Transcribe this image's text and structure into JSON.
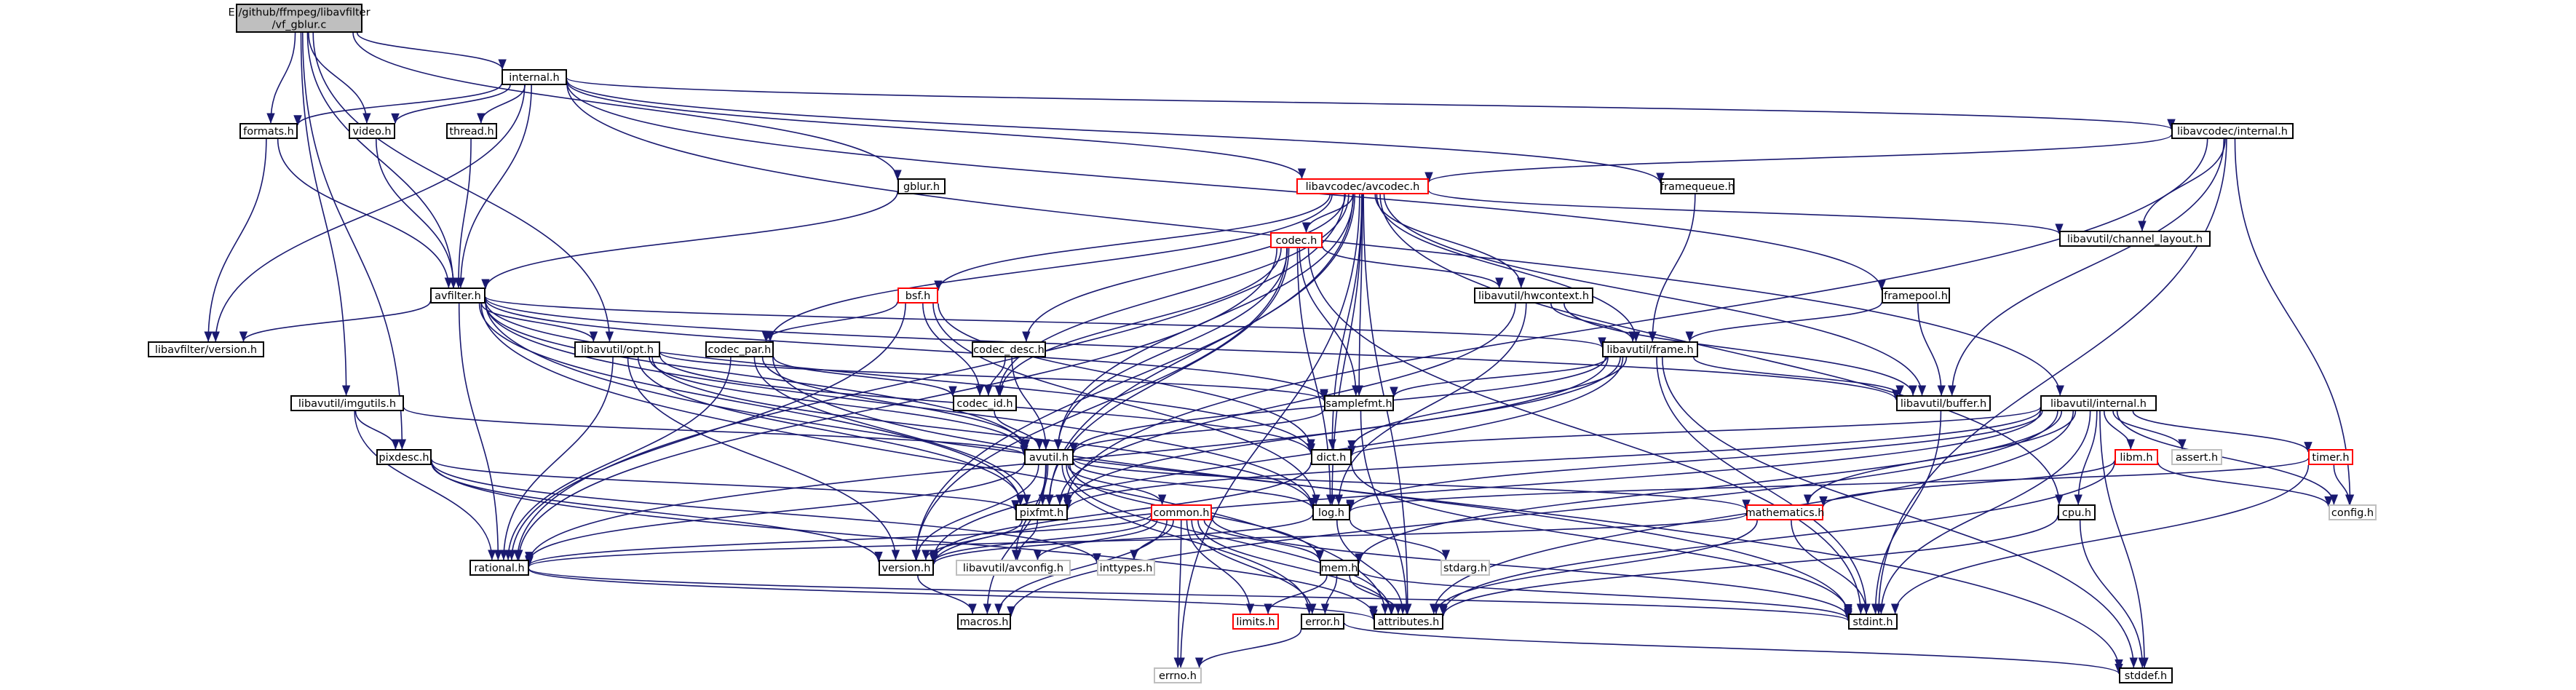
{
  "colors": {
    "edge": "#191970",
    "border_normal": "#000000",
    "border_truncated": "#ff0000",
    "border_system": "#bfbfbf",
    "root_fill": "#bfbfbf"
  },
  "graph": {
    "nodes": [
      {
        "id": "root",
        "lines": [
          "E:/github/ffmpeg/libavfilter",
          "/vf_gblur.c"
        ],
        "kind": "root"
      },
      {
        "id": "internal_h",
        "lines": [
          "internal.h"
        ],
        "kind": "normal"
      },
      {
        "id": "formats_h",
        "lines": [
          "formats.h"
        ],
        "kind": "normal"
      },
      {
        "id": "video_h",
        "lines": [
          "video.h"
        ],
        "kind": "normal"
      },
      {
        "id": "thread_h",
        "lines": [
          "thread.h"
        ],
        "kind": "normal"
      },
      {
        "id": "gblur_h",
        "lines": [
          "gblur.h"
        ],
        "kind": "normal"
      },
      {
        "id": "framequeue_h",
        "lines": [
          "framequeue.h"
        ],
        "kind": "normal"
      },
      {
        "id": "lavc_internal_h",
        "lines": [
          "libavcodec/internal.h"
        ],
        "kind": "normal"
      },
      {
        "id": "avcodec_h",
        "lines": [
          "libavcodec/avcodec.h"
        ],
        "kind": "truncated"
      },
      {
        "id": "channel_layout_h",
        "lines": [
          "libavutil/channel_layout.h"
        ],
        "kind": "normal"
      },
      {
        "id": "codec_h",
        "lines": [
          "codec.h"
        ],
        "kind": "truncated"
      },
      {
        "id": "bsf_h",
        "lines": [
          "bsf.h"
        ],
        "kind": "truncated"
      },
      {
        "id": "hwcontext_h",
        "lines": [
          "libavutil/hwcontext.h"
        ],
        "kind": "normal"
      },
      {
        "id": "framepool_h",
        "lines": [
          "framepool.h"
        ],
        "kind": "normal"
      },
      {
        "id": "avfilter_h",
        "lines": [
          "avfilter.h"
        ],
        "kind": "normal"
      },
      {
        "id": "lavf_version_h",
        "lines": [
          "libavfilter/version.h"
        ],
        "kind": "normal"
      },
      {
        "id": "opt_h",
        "lines": [
          "libavutil/opt.h"
        ],
        "kind": "normal"
      },
      {
        "id": "codec_par_h",
        "lines": [
          "codec_par.h"
        ],
        "kind": "normal"
      },
      {
        "id": "codec_desc_h",
        "lines": [
          "codec_desc.h"
        ],
        "kind": "normal"
      },
      {
        "id": "frame_h",
        "lines": [
          "libavutil/frame.h"
        ],
        "kind": "normal"
      },
      {
        "id": "buffer_h",
        "lines": [
          "libavutil/buffer.h"
        ],
        "kind": "normal"
      },
      {
        "id": "lavu_internal_h",
        "lines": [
          "libavutil/internal.h"
        ],
        "kind": "normal"
      },
      {
        "id": "imgutils_h",
        "lines": [
          "libavutil/imgutils.h"
        ],
        "kind": "normal"
      },
      {
        "id": "samplefmt_h",
        "lines": [
          "samplefmt.h"
        ],
        "kind": "normal"
      },
      {
        "id": "codec_id_h",
        "lines": [
          "codec_id.h"
        ],
        "kind": "normal"
      },
      {
        "id": "pixdesc_h",
        "lines": [
          "pixdesc.h"
        ],
        "kind": "normal"
      },
      {
        "id": "avutil_h",
        "lines": [
          "avutil.h"
        ],
        "kind": "normal"
      },
      {
        "id": "dict_h",
        "lines": [
          "dict.h"
        ],
        "kind": "normal"
      },
      {
        "id": "libm_h",
        "lines": [
          "libm.h"
        ],
        "kind": "truncated"
      },
      {
        "id": "assert_h",
        "lines": [
          "assert.h"
        ],
        "kind": "system"
      },
      {
        "id": "timer_h",
        "lines": [
          "timer.h"
        ],
        "kind": "truncated"
      },
      {
        "id": "pixfmt_h",
        "lines": [
          "pixfmt.h"
        ],
        "kind": "normal"
      },
      {
        "id": "common_h",
        "lines": [
          "common.h"
        ],
        "kind": "truncated"
      },
      {
        "id": "log_h",
        "lines": [
          "log.h"
        ],
        "kind": "normal"
      },
      {
        "id": "mathematics_h",
        "lines": [
          "mathematics.h"
        ],
        "kind": "truncated"
      },
      {
        "id": "cpu_h",
        "lines": [
          "cpu.h"
        ],
        "kind": "normal"
      },
      {
        "id": "config_h",
        "lines": [
          "config.h"
        ],
        "kind": "system"
      },
      {
        "id": "rational_h",
        "lines": [
          "rational.h"
        ],
        "kind": "normal"
      },
      {
        "id": "version_h",
        "lines": [
          "version.h"
        ],
        "kind": "normal"
      },
      {
        "id": "avconfig_h",
        "lines": [
          "libavutil/avconfig.h"
        ],
        "kind": "system"
      },
      {
        "id": "inttypes_h",
        "lines": [
          "inttypes.h"
        ],
        "kind": "system"
      },
      {
        "id": "mem_h",
        "lines": [
          "mem.h"
        ],
        "kind": "normal"
      },
      {
        "id": "stdarg_h",
        "lines": [
          "stdarg.h"
        ],
        "kind": "system"
      },
      {
        "id": "macros_h",
        "lines": [
          "macros.h"
        ],
        "kind": "normal"
      },
      {
        "id": "limits_h",
        "lines": [
          "limits.h"
        ],
        "kind": "truncated"
      },
      {
        "id": "error_h",
        "lines": [
          "error.h"
        ],
        "kind": "normal"
      },
      {
        "id": "attributes_h",
        "lines": [
          "attributes.h"
        ],
        "kind": "normal"
      },
      {
        "id": "stdint_h",
        "lines": [
          "stdint.h"
        ],
        "kind": "normal"
      },
      {
        "id": "errno_h",
        "lines": [
          "errno.h"
        ],
        "kind": "system"
      },
      {
        "id": "stddef_h",
        "lines": [
          "stddef.h"
        ],
        "kind": "normal"
      }
    ],
    "edges": [
      [
        "root",
        "internal_h"
      ],
      [
        "root",
        "formats_h"
      ],
      [
        "root",
        "video_h"
      ],
      [
        "root",
        "gblur_h"
      ],
      [
        "root",
        "avfilter_h"
      ],
      [
        "root",
        "opt_h"
      ],
      [
        "root",
        "imgutils_h"
      ],
      [
        "root",
        "pixdesc_h"
      ],
      [
        "internal_h",
        "formats_h"
      ],
      [
        "internal_h",
        "video_h"
      ],
      [
        "internal_h",
        "thread_h"
      ],
      [
        "internal_h",
        "avfilter_h"
      ],
      [
        "internal_h",
        "framequeue_h"
      ],
      [
        "internal_h",
        "lavc_internal_h"
      ],
      [
        "internal_h",
        "avcodec_h"
      ],
      [
        "internal_h",
        "framepool_h"
      ],
      [
        "internal_h",
        "lavu_internal_h"
      ],
      [
        "internal_h",
        "lavf_version_h"
      ],
      [
        "formats_h",
        "avfilter_h"
      ],
      [
        "formats_h",
        "lavf_version_h"
      ],
      [
        "video_h",
        "avfilter_h"
      ],
      [
        "thread_h",
        "avfilter_h"
      ],
      [
        "gblur_h",
        "avfilter_h"
      ],
      [
        "framequeue_h",
        "frame_h"
      ],
      [
        "framepool_h",
        "frame_h"
      ],
      [
        "framepool_h",
        "buffer_h"
      ],
      [
        "lavc_internal_h",
        "avcodec_h"
      ],
      [
        "lavc_internal_h",
        "channel_layout_h"
      ],
      [
        "lavc_internal_h",
        "buffer_h"
      ],
      [
        "lavc_internal_h",
        "pixfmt_h"
      ],
      [
        "lavc_internal_h",
        "config_h"
      ],
      [
        "lavc_internal_h",
        "stdint_h"
      ],
      [
        "avcodec_h",
        "codec_h"
      ],
      [
        "avcodec_h",
        "bsf_h"
      ],
      [
        "avcodec_h",
        "hwcontext_h"
      ],
      [
        "avcodec_h",
        "codec_par_h"
      ],
      [
        "avcodec_h",
        "codec_desc_h"
      ],
      [
        "avcodec_h",
        "frame_h"
      ],
      [
        "avcodec_h",
        "buffer_h"
      ],
      [
        "avcodec_h",
        "samplefmt_h"
      ],
      [
        "avcodec_h",
        "codec_id_h"
      ],
      [
        "avcodec_h",
        "avutil_h"
      ],
      [
        "avcodec_h",
        "dict_h"
      ],
      [
        "avcodec_h",
        "channel_layout_h"
      ],
      [
        "avcodec_h",
        "log_h"
      ],
      [
        "avcodec_h",
        "pixfmt_h"
      ],
      [
        "avcodec_h",
        "rational_h"
      ],
      [
        "avcodec_h",
        "attributes_h"
      ],
      [
        "avcodec_h",
        "cpu_h"
      ],
      [
        "avcodec_h",
        "version_h"
      ],
      [
        "avcodec_h",
        "errno_h"
      ],
      [
        "codec_h",
        "hwcontext_h"
      ],
      [
        "codec_h",
        "samplefmt_h"
      ],
      [
        "codec_h",
        "codec_id_h"
      ],
      [
        "codec_h",
        "avutil_h"
      ],
      [
        "codec_h",
        "log_h"
      ],
      [
        "codec_h",
        "pixfmt_h"
      ],
      [
        "codec_h",
        "rational_h"
      ],
      [
        "codec_h",
        "version_h"
      ],
      [
        "codec_h",
        "stdint_h"
      ],
      [
        "bsf_h",
        "codec_par_h"
      ],
      [
        "bsf_h",
        "codec_id_h"
      ],
      [
        "bsf_h",
        "dict_h"
      ],
      [
        "bsf_h",
        "log_h"
      ],
      [
        "bsf_h",
        "rational_h"
      ],
      [
        "hwcontext_h",
        "frame_h"
      ],
      [
        "hwcontext_h",
        "buffer_h"
      ],
      [
        "hwcontext_h",
        "pixfmt_h"
      ],
      [
        "hwcontext_h",
        "log_h"
      ],
      [
        "avfilter_h",
        "lavf_version_h"
      ],
      [
        "avfilter_h",
        "opt_h"
      ],
      [
        "avfilter_h",
        "frame_h"
      ],
      [
        "avfilter_h",
        "buffer_h"
      ],
      [
        "avfilter_h",
        "samplefmt_h"
      ],
      [
        "avfilter_h",
        "avutil_h"
      ],
      [
        "avfilter_h",
        "dict_h"
      ],
      [
        "avfilter_h",
        "log_h"
      ],
      [
        "avfilter_h",
        "pixfmt_h"
      ],
      [
        "avfilter_h",
        "rational_h"
      ],
      [
        "avfilter_h",
        "attributes_h"
      ],
      [
        "avfilter_h",
        "stddef_h"
      ],
      [
        "opt_h",
        "samplefmt_h"
      ],
      [
        "opt_h",
        "avutil_h"
      ],
      [
        "opt_h",
        "dict_h"
      ],
      [
        "opt_h",
        "log_h"
      ],
      [
        "opt_h",
        "pixfmt_h"
      ],
      [
        "opt_h",
        "rational_h"
      ],
      [
        "opt_h",
        "version_h"
      ],
      [
        "codec_par_h",
        "codec_id_h"
      ],
      [
        "codec_par_h",
        "avutil_h"
      ],
      [
        "codec_par_h",
        "pixfmt_h"
      ],
      [
        "codec_par_h",
        "rational_h"
      ],
      [
        "codec_par_h",
        "stdint_h"
      ],
      [
        "codec_desc_h",
        "codec_id_h"
      ],
      [
        "codec_desc_h",
        "avutil_h"
      ],
      [
        "frame_h",
        "buffer_h"
      ],
      [
        "frame_h",
        "samplefmt_h"
      ],
      [
        "frame_h",
        "avutil_h"
      ],
      [
        "frame_h",
        "dict_h"
      ],
      [
        "frame_h",
        "pixfmt_h"
      ],
      [
        "frame_h",
        "rational_h"
      ],
      [
        "frame_h",
        "version_h"
      ],
      [
        "frame_h",
        "stdint_h"
      ],
      [
        "frame_h",
        "stddef_h"
      ],
      [
        "buffer_h",
        "stdint_h"
      ],
      [
        "lavu_internal_h",
        "dict_h"
      ],
      [
        "lavu_internal_h",
        "libm_h"
      ],
      [
        "lavu_internal_h",
        "assert_h"
      ],
      [
        "lavu_internal_h",
        "timer_h"
      ],
      [
        "lavu_internal_h",
        "pixfmt_h"
      ],
      [
        "lavu_internal_h",
        "log_h"
      ],
      [
        "lavu_internal_h",
        "mathematics_h"
      ],
      [
        "lavu_internal_h",
        "cpu_h"
      ],
      [
        "lavu_internal_h",
        "config_h"
      ],
      [
        "lavu_internal_h",
        "version_h"
      ],
      [
        "lavu_internal_h",
        "mem_h"
      ],
      [
        "lavu_internal_h",
        "macros_h"
      ],
      [
        "lavu_internal_h",
        "attributes_h"
      ],
      [
        "lavu_internal_h",
        "stdint_h"
      ],
      [
        "lavu_internal_h",
        "stddef_h"
      ],
      [
        "imgutils_h",
        "pixdesc_h"
      ],
      [
        "imgutils_h",
        "avutil_h"
      ],
      [
        "imgutils_h",
        "rational_h"
      ],
      [
        "pixdesc_h",
        "pixfmt_h"
      ],
      [
        "pixdesc_h",
        "version_h"
      ],
      [
        "pixdesc_h",
        "attributes_h"
      ],
      [
        "pixdesc_h",
        "inttypes_h"
      ],
      [
        "samplefmt_h",
        "avutil_h"
      ],
      [
        "samplefmt_h",
        "attributes_h"
      ],
      [
        "codec_id_h",
        "avutil_h"
      ],
      [
        "avutil_h",
        "common_h"
      ],
      [
        "avutil_h",
        "log_h"
      ],
      [
        "avutil_h",
        "pixfmt_h"
      ],
      [
        "avutil_h",
        "rational_h"
      ],
      [
        "avutil_h",
        "mathematics_h"
      ],
      [
        "avutil_h",
        "error_h"
      ],
      [
        "avutil_h",
        "mem_h"
      ],
      [
        "avutil_h",
        "macros_h"
      ],
      [
        "avutil_h",
        "version_h"
      ],
      [
        "avutil_h",
        "avconfig_h"
      ],
      [
        "avutil_h",
        "attributes_h"
      ],
      [
        "dict_h",
        "stdint_h"
      ],
      [
        "dict_h",
        "version_h"
      ],
      [
        "libm_h",
        "config_h"
      ],
      [
        "libm_h",
        "attributes_h"
      ],
      [
        "libm_h",
        "mathematics_h"
      ],
      [
        "timer_h",
        "config_h"
      ],
      [
        "timer_h",
        "log_h"
      ],
      [
        "timer_h",
        "stdint_h"
      ],
      [
        "pixfmt_h",
        "version_h"
      ],
      [
        "pixfmt_h",
        "avconfig_h"
      ],
      [
        "common_h",
        "version_h"
      ],
      [
        "common_h",
        "avconfig_h"
      ],
      [
        "common_h",
        "macros_h"
      ],
      [
        "common_h",
        "limits_h"
      ],
      [
        "common_h",
        "attributes_h"
      ],
      [
        "common_h",
        "inttypes_h"
      ],
      [
        "common_h",
        "errno_h"
      ],
      [
        "common_h",
        "stdint_h"
      ],
      [
        "common_h",
        "mem_h"
      ],
      [
        "common_h",
        "error_h"
      ],
      [
        "common_h",
        "rational_h"
      ],
      [
        "log_h",
        "version_h"
      ],
      [
        "log_h",
        "stdarg_h"
      ],
      [
        "log_h",
        "attributes_h"
      ],
      [
        "mathematics_h",
        "rational_h"
      ],
      [
        "mathematics_h",
        "attributes_h"
      ],
      [
        "mathematics_h",
        "stdint_h"
      ],
      [
        "cpu_h",
        "attributes_h"
      ],
      [
        "cpu_h",
        "stddef_h"
      ],
      [
        "rational_h",
        "attributes_h"
      ],
      [
        "rational_h",
        "stdint_h"
      ],
      [
        "version_h",
        "macros_h"
      ],
      [
        "mem_h",
        "limits_h"
      ],
      [
        "mem_h",
        "attributes_h"
      ],
      [
        "mem_h",
        "error_h"
      ],
      [
        "mem_h",
        "stdint_h"
      ],
      [
        "error_h",
        "errno_h"
      ],
      [
        "error_h",
        "stddef_h"
      ]
    ]
  }
}
